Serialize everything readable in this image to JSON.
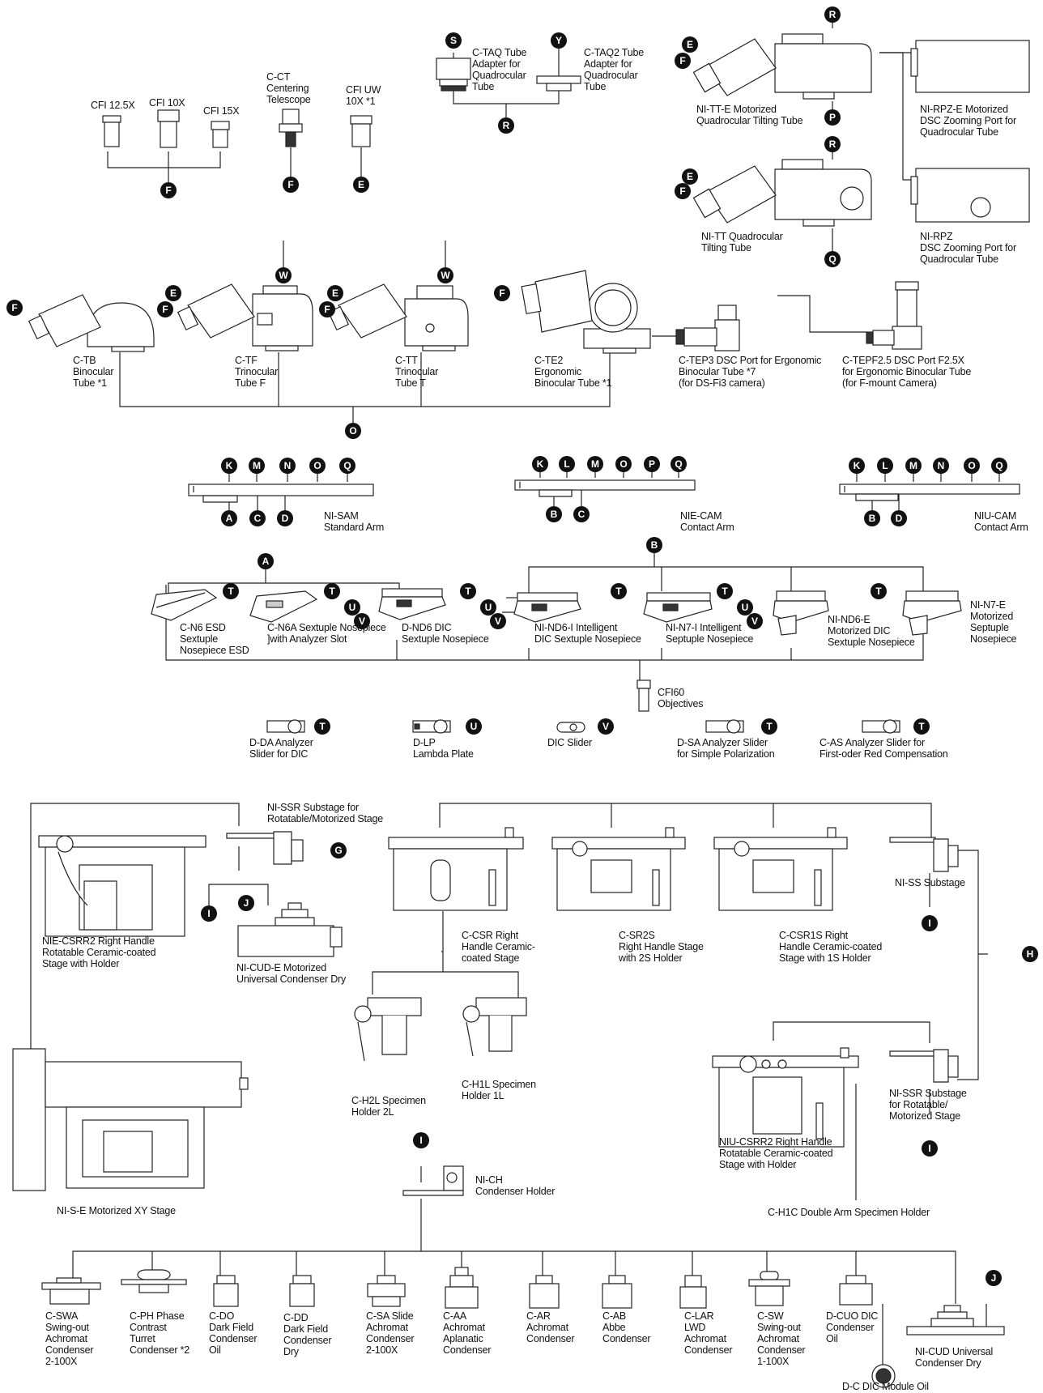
{
  "components": {
    "cfi_12_5x": "CFI 12.5X",
    "cfi_10x": "CFI 10X",
    "cfi_15x": "CFI 15X",
    "c_ct": "C-CT\nCentering\nTelescope",
    "cfi_uw": "CFI UW\n10X *1",
    "c_taq": "C-TAQ Tube\nAdapter for\nQuadrocular\nTube",
    "c_taq2": "C-TAQ2 Tube\nAdapter for\nQuadrocular\nTube",
    "ni_tt_e": "NI-TT-E Motorized\nQuadrocular Tilting Tube",
    "ni_rpz_e": "NI-RPZ-E Motorized\nDSC Zooming Port for\nQuadrocular Tube",
    "ni_tt": "NI-TT Quadrocular\nTilting Tube",
    "ni_rpz": "NI-RPZ\nDSC Zooming Port for\nQuadrocular Tube",
    "c_tb": "C-TB\nBinocular\nTube *1",
    "c_tf": "C-TF\nTrinocular\nTube F",
    "c_tt": "C-TT\nTrinocular\nTube T",
    "c_te2": "C-TE2\nErgonomic\nBinocular Tube *1",
    "c_tep3": "C-TEP3 DSC Port for Ergonomic\nBinocular Tube *7\n(for DS-Fi3 camera)",
    "c_tepf25": "C-TEPF2.5 DSC Port F2.5X\nfor Ergonomic Binocular Tube\n(for F-mount Camera)",
    "ni_sam": "NI-SAM\nStandard Arm",
    "nie_cam": "NIE-CAM\nContact Arm",
    "niu_cam": "NIU-CAM\nContact Arm",
    "c_n6": "C-N6 ESD\nSextuple\nNosepiece ESD",
    "c_n6a": "C-N6A Sextuple Nosepiece\n]with Analyzer Slot",
    "d_nd6": "D-ND6 DIC\nSextuple Nosepiece",
    "ni_nd6_i": "NI-ND6-I Intelligent\nDIC Sextuple Nosepiece",
    "ni_n7_i": "NI-N7-I Intelligent\nSeptuple Nosepiece",
    "ni_nd6_e": "NI-ND6-E\nMotorized DIC\nSextuple Nosepiece",
    "ni_n7_e": "NI-N7-E\nMotorized\nSeptuple\nNosepiece",
    "cfi60": "CFI60\nObjectives",
    "d_da": "D-DA Analyzer\nSlider for DIC",
    "d_lp": "D-LP\nLambda Plate",
    "dic_slider": "DIC Slider",
    "d_sa": "D-SA Analyzer Slider\nfor Simple Polarization",
    "c_as": "C-AS Analyzer Slider for\nFirst-oder Red Compensation",
    "ni_ssr_top": "NI-SSR Substage for\nRotatable/Motorized Stage",
    "nie_csrr2": "NIE-CSRR2 Right Handle\nRotatable Ceramic-coated\nStage with Holder",
    "ni_cud_e": "NI-CUD-E Motorized\nUniversal Condenser Dry",
    "c_csr": "C-CSR Right\nHandle Ceramic-\ncoated Stage",
    "c_sr2s": "C-SR2S\nRight Handle Stage\nwith 2S Holder",
    "c_csr1s": "C-CSR1S Right\nHandle Ceramic-coated\nStage with 1S Holder",
    "ni_ss": "NI-SS Substage",
    "c_h2l": "C-H2L Specimen\nHolder 2L",
    "c_h1l": "C-H1L Specimen\nHolder 1L",
    "ni_ssr_right": "NI-SSR Substage\nfor Rotatable/\nMotorized Stage",
    "niu_csrr2": "NIU-CSRR2 Right Handle\nRotatable Ceramic-coated\nStage with Holder",
    "c_h1c": "C-H1C Double Arm Specimen Holder",
    "ni_s_e": "NI-S-E Motorized XY Stage",
    "ni_ch": "NI-CH\nCondenser Holder",
    "c_swa": "C-SWA\nSwing-out\nAchromat\nCondenser\n2-100X",
    "c_ph": "C-PH Phase\nContrast\nTurret\nCondenser *2",
    "c_do": "C-DO\nDark Field\nCondenser\nOil",
    "c_dd": "C-DD\nDark Field\nCondenser\nDry",
    "c_sa": "C-SA Slide\nAchromat\nCondenser\n2-100X",
    "c_aa": "C-AA\nAchromat\nAplanatic\nCondenser",
    "c_ar": "C-AR\nAchromat\nCondenser",
    "c_ab": "C-AB\nAbbe\nCondenser",
    "c_lar": "C-LAR\nLWD\nAchromat\nCondenser",
    "c_sw": "C-SW\nSwing-out\nAchromat\nCondenser\n1-100X",
    "d_cuo": "D-CUO DIC\nCondenser\nOil",
    "ni_cud": "NI-CUD Universal\nCondenser Dry",
    "d_c_dic": "D-C DIC Module Oil"
  },
  "badges": {
    "a": "A",
    "b": "B",
    "c": "C",
    "d": "D",
    "e": "E",
    "f": "F",
    "g": "G",
    "h": "H",
    "i": "I",
    "j": "J",
    "k": "K",
    "l": "L",
    "m": "M",
    "n": "N",
    "o": "O",
    "p": "P",
    "q": "Q",
    "r": "R",
    "s": "S",
    "t": "T",
    "u": "U",
    "v": "V",
    "w": "W",
    "y": "Y"
  }
}
